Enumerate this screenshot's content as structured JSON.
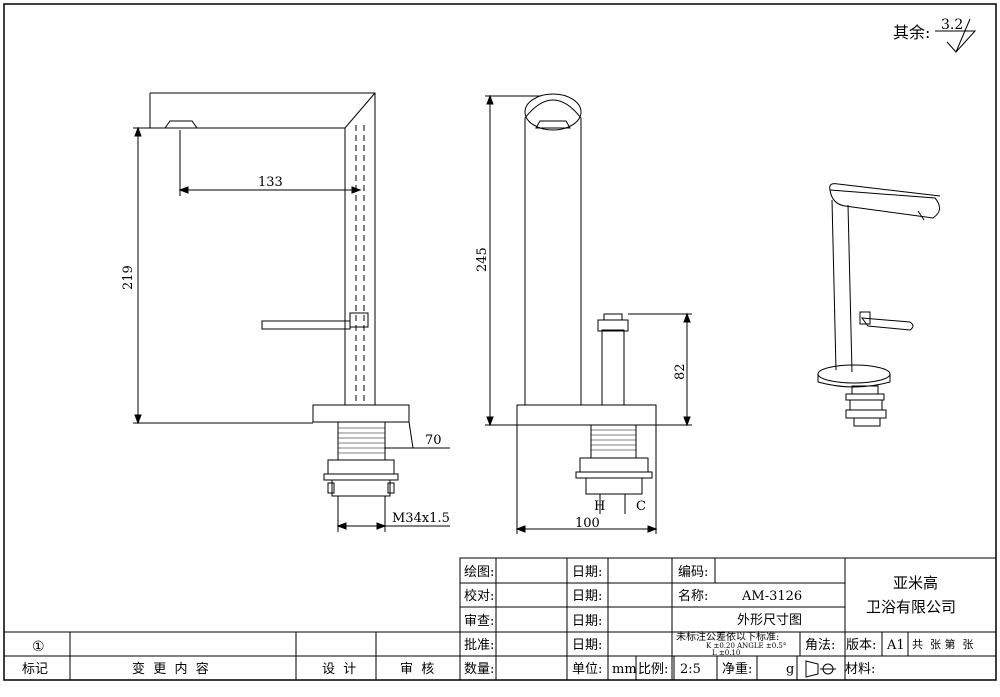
{
  "roughness": {
    "label": "其余:",
    "value": "3.2"
  },
  "dimensions": {
    "d133": "133",
    "d219": "219",
    "d70": "70",
    "thread": "M34x1.5",
    "d245": "245",
    "d82": "82",
    "d100": "100",
    "hot": "H",
    "cold": "C"
  },
  "title_block": {
    "draw": "绘图:",
    "check": "校对:",
    "review": "审查:",
    "approve": "批准:",
    "quantity": "数量:",
    "date1": "日期:",
    "date2": "日期:",
    "date3": "日期:",
    "date4": "日期:",
    "unit": "单位:",
    "unit_value": "mm",
    "ratio": "比例:",
    "ratio_value": "2:5",
    "code": "编码:",
    "name": "名称:",
    "model": "AM-3126",
    "drawing_name": "外形尺寸图",
    "tolerance": "未标注公差依以下标准:",
    "tol_row1": "K        ±0.20  ANGLE  ±0.5°",
    "tol_row2": "L        ±0.10",
    "net_weight": "净重:",
    "weight_unit": "g",
    "projection": "角法:",
    "version": "版本:",
    "version_value": "A1",
    "sheets": "共  张 第  张",
    "material": "材料:",
    "company_line1": "亚米高",
    "company_line2": "卫浴有限公司",
    "rev_mark": "①",
    "col_mark": "标记",
    "col_change": "变  更  内  容",
    "col_design": "设  计",
    "col_audit": "审  核"
  }
}
